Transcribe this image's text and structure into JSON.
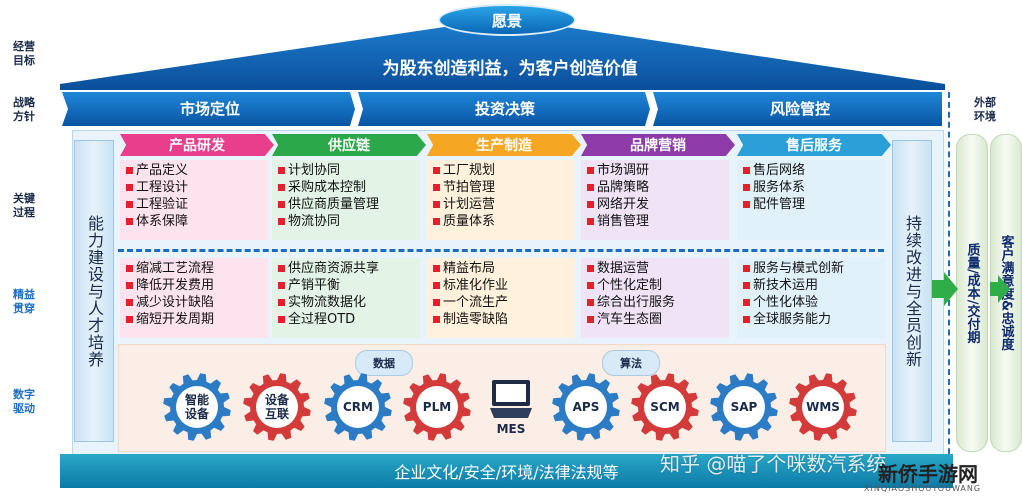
{
  "side_labels": {
    "business": "经营\n目标",
    "strategy": "战略\n方针",
    "key_process": "关键\n过程",
    "lean": "精益\n贯穿",
    "digital": "数字\n驱动"
  },
  "vision": {
    "title": "愿景",
    "statement": "为股东创造利益，为客户创造价值"
  },
  "strategy": [
    "市场定位",
    "投资决策",
    "风险管控"
  ],
  "left_pillar": "能力建设与人才培养",
  "right_pillar": "持续改进与全员创新",
  "columns": [
    {
      "name": "产品研发",
      "color": "#e83e8c",
      "processes": [
        "产品定义",
        "工程设计",
        "工程验证",
        "体系保障"
      ],
      "lean": [
        "缩减工艺流程",
        "降低开发费用",
        "减少设计缺陷",
        "缩短开发周期"
      ]
    },
    {
      "name": "供应链",
      "color": "#2aa84a",
      "processes": [
        "计划协同",
        "采购成本控制",
        "供应商质量管理",
        "物流协同"
      ],
      "lean": [
        "供应商资源共享",
        "产销平衡",
        "实物流数据化",
        "全过程OTD"
      ]
    },
    {
      "name": "生产制造",
      "color": "#f5a623",
      "processes": [
        "工厂规划",
        "节拍管理",
        "计划运营",
        "质量体系"
      ],
      "lean": [
        "精益布局",
        "标准化作业",
        "一个流生产",
        "制造零缺陷"
      ]
    },
    {
      "name": "品牌营销",
      "color": "#8e3aa8",
      "processes": [
        "市场调研",
        "品牌策略",
        "网络开发",
        "销售管理"
      ],
      "lean": [
        "数据运营",
        "个性化定制",
        "综合出行服务",
        "汽车生态圈"
      ]
    },
    {
      "name": "售后服务",
      "color": "#2b9fd8",
      "processes": [
        "售后网络",
        "服务体系",
        "配件管理"
      ],
      "lean": [
        "服务与模式创新",
        "新技术运用",
        "个性化体验",
        "全球服务能力"
      ]
    }
  ],
  "digital": {
    "clouds": [
      "数据",
      "算法"
    ],
    "gears": [
      "智能\n设备",
      "设备\n互联",
      "CRM",
      "PLM",
      "APS",
      "SCM",
      "SAP",
      "WMS"
    ],
    "monitor_label": "MES"
  },
  "base": "企业文化/安全/环境/法律法规等",
  "external": {
    "label": "外部\n环境",
    "col1": "质量/成本/交付期",
    "col2": "客户满意度&忠诚度"
  },
  "watermark": "知乎 @喵了个咪数汽系统",
  "logo": {
    "text": "新侨手游网",
    "sub": "XINQIAOSHOUYOUWANG"
  },
  "colors": {
    "blue_dark": "#0b5fae",
    "gear_blue": "#2b7cc4",
    "gear_red": "#d33a3a"
  }
}
